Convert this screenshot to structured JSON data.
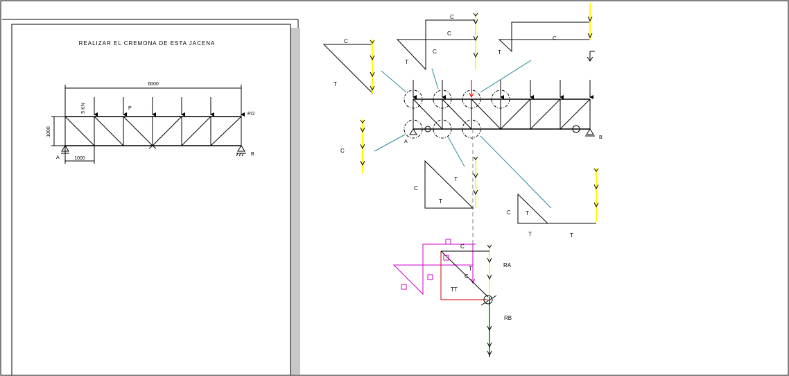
{
  "sheet": {
    "title": "REALIZAR EL CREMONA DE ESTA JACENA",
    "span_total": "6000",
    "load_main": "5 KN",
    "load_p": "P",
    "load_half": "P/2",
    "height": "1000",
    "panel": "1000",
    "support_a": "A",
    "support_b": "B"
  },
  "drawing": {
    "compression": "C",
    "tension": "T",
    "double_tension": "TT",
    "reaction_a": "RA",
    "reaction_b": "RB",
    "support_a": "A",
    "support_b": "B"
  },
  "colors": {
    "line": "#000000",
    "load_line": "#ffff00",
    "leader": "#2a8a99",
    "highlight_arrow": "#ff0000",
    "polygon": "#cc00cc",
    "red_member": "#cc0000",
    "rb_line": "#00cc00",
    "dashed": "#808080"
  }
}
